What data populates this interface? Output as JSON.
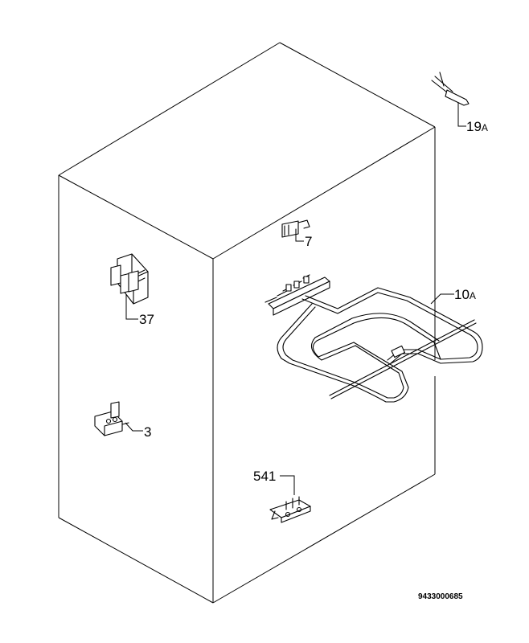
{
  "callouts": {
    "p19a_num": "19",
    "p19a_suffix": "A",
    "p7": "7",
    "p10a_num": "10",
    "p10a_suffix": "A",
    "p37": "37",
    "p3": "3",
    "p541": "541"
  },
  "document_number": "9433000685"
}
